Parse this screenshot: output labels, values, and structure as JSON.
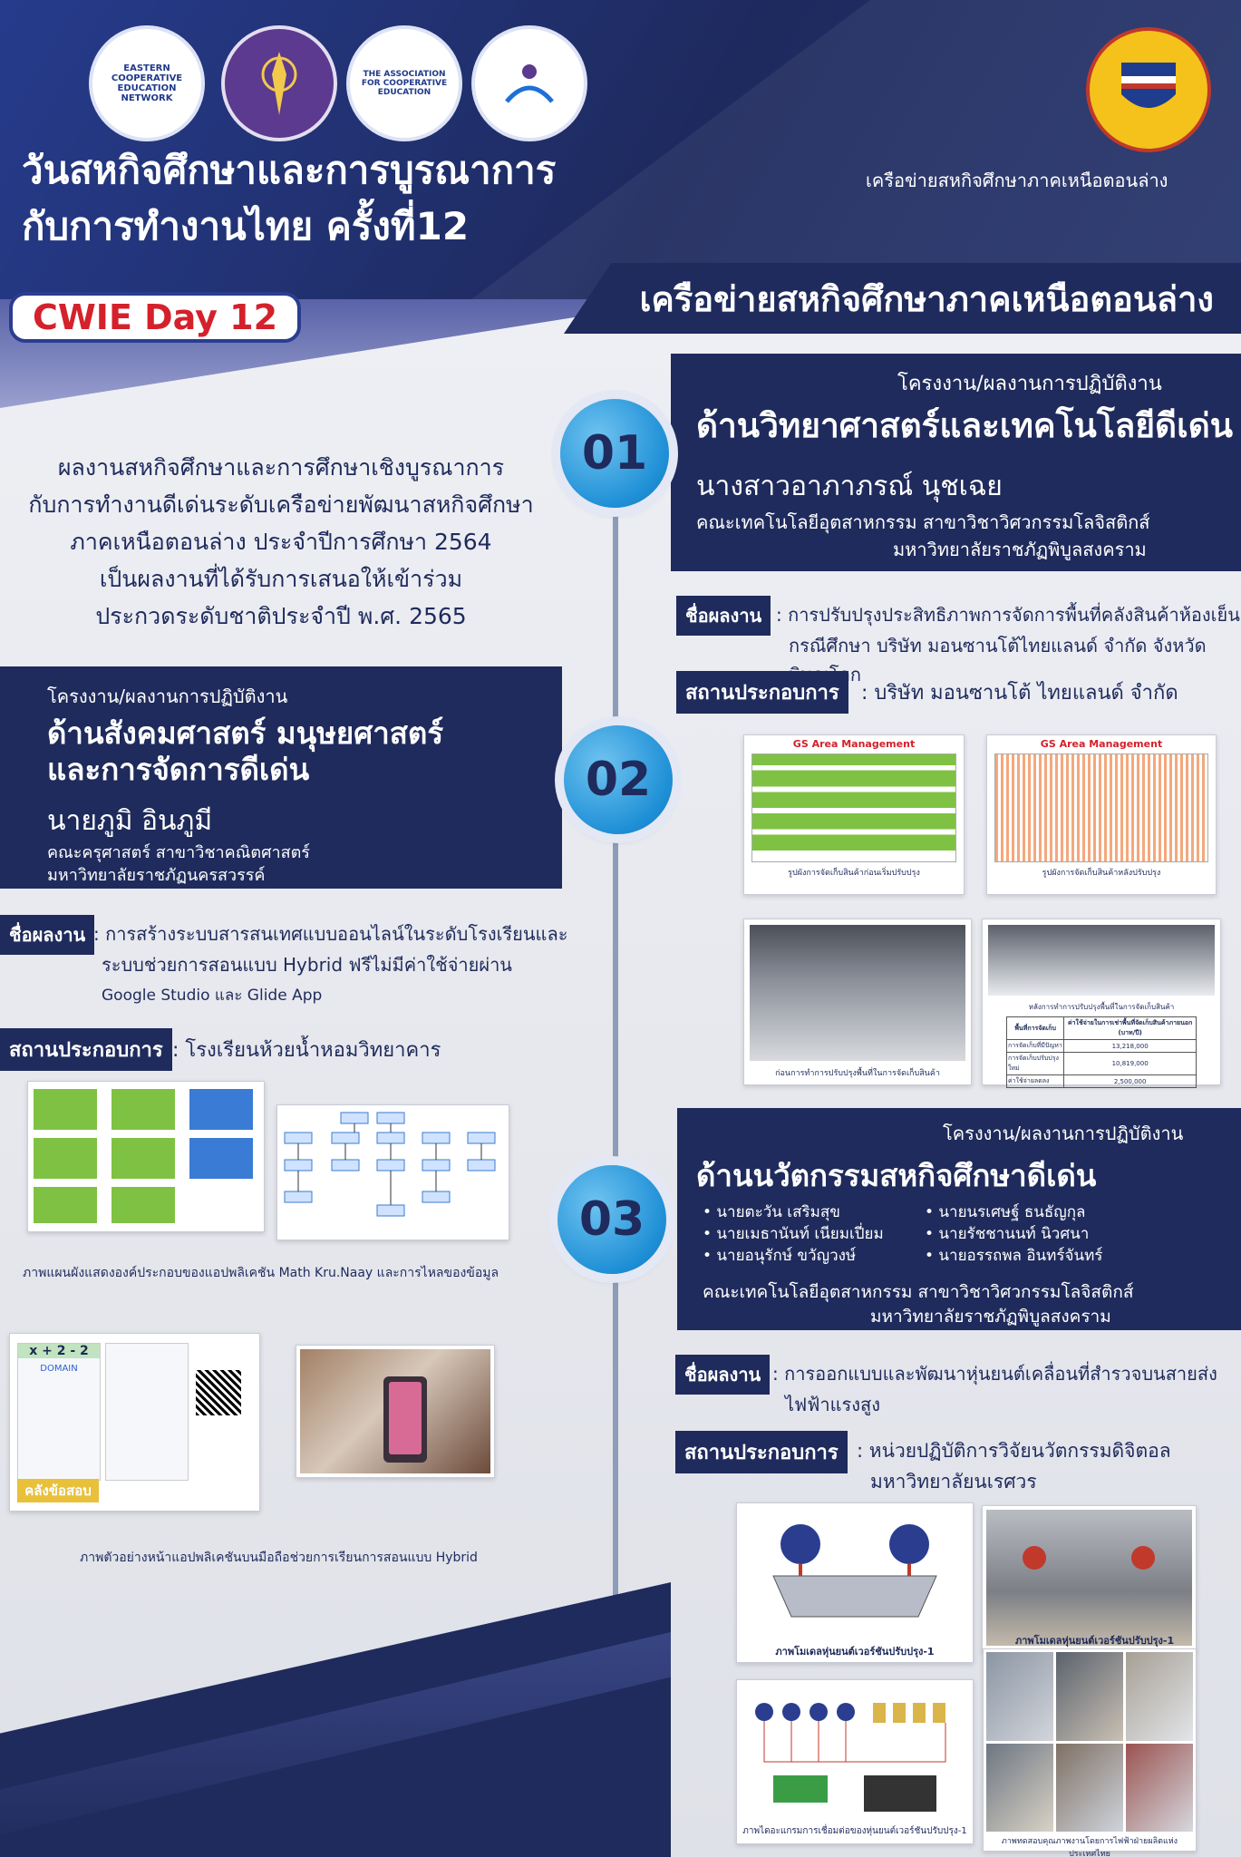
{
  "header": {
    "title_line1": "วันสหกิจศึกษาและการบูรณาการ",
    "title_line2": "กับการทำงานไทย ครั้งที่12",
    "badge": "CWIE Day 12",
    "network_small": "เครือข่ายสหกิจศึกษาภาคเหนือตอนล่าง",
    "network_banner": "เครือข่ายสหกิจศึกษาภาคเหนือตอนล่าง",
    "logos": [
      "EASTERN COOPERATIVE EDUCATION NETWORK",
      "",
      "THE ASSOCIATION FOR COOPERATIVE EDUCATION",
      "",
      ""
    ]
  },
  "intro": {
    "lines": [
      "ผลงานสหกิจศึกษาและการศึกษาเชิงบูรณาการ",
      "กับการทำงานดีเด่นระดับเครือข่ายพัฒนาสหกิจศึกษา",
      "ภาคเหนือตอนล่าง ประจำปีการศึกษา 2564",
      "เป็นผลงานที่ได้รับการเสนอให้เข้าร่วม",
      "ประกวดระดับชาติประจำปี พ.ศ. 2565"
    ]
  },
  "s1": {
    "num": "01",
    "kicker": "โครงงาน/ผลงานการปฏิบัติงาน",
    "field": "ด้านวิทยาศาสตร์และเทคโนโลยีดีเด่น",
    "name": "นางสาวอาภาภรณ์ นุชเฉย",
    "faculty": "คณะเทคโนโลยีอุตสาหกรรม สาขาวิชาวิศวกรรมโลจิสติกส์",
    "univ": "มหาวิทยาลัยราชภัฏพิบูลสงคราม",
    "work_label": "ชื่อผลงาน",
    "work_title": ": การปรับปรุงประสิทธิภาพการจัดการพื้นที่คลังสินค้าห้องเย็น",
    "work_title2": "กรณีศึกษา บริษัท มอนซานโต้ไทยแลนด์ จำกัด จังหวัดพิษณุโลก",
    "place_label": "สถานประกอบการ",
    "place": ": บริษัท มอนซานโต้ ไทยแลนด์ จำกัด",
    "img1_title": "GS Area Management",
    "img2_title": "GS Area Management",
    "cap1": "รูปผังการจัดเก็บสินค้าก่อนเริ่มปรับปรุง",
    "cap2": "รูปผังการจัดเก็บสินค้าหลังปรับปรุง",
    "cap3": "ก่อนการทำการปรับปรุงพื้นที่ในการจัดเก็บสินค้า",
    "cap4": "หลังการทำการปรับปรุงพื้นที่ในการจัดเก็บสินค้า",
    "table_head": [
      "พื้นที่การจัดเก็บ",
      "ค่าใช้จ่ายในการเช่าพื้นที่จัดเก็บสินค้าภายนอก (บาท/ปี)"
    ],
    "table_rows": [
      [
        "การจัดเก็บที่มีปัญหา",
        "13,218,000"
      ],
      [
        "การจัดเก็บปรับปรุงใหม่",
        "10,819,000"
      ],
      [
        "ค่าใช้จ่ายลดลง",
        "2,500,000"
      ]
    ]
  },
  "s2": {
    "num": "02",
    "kicker": "โครงงาน/ผลงานการปฏิบัติงาน",
    "field1": "ด้านสังคมศาสตร์ มนุษยศาสตร์",
    "field2": "และการจัดการดีเด่น",
    "name": "นายภูมิ อินภูมี",
    "faculty": "คณะครุศาสตร์  สาขาวิชาคณิตศาสตร์",
    "univ": "มหาวิทยาลัยราชภัฏนครสวรรค์",
    "work_label": "ชื่อผลงาน",
    "work_title": ": การสร้างระบบสารสนเทศแบบออนไลน์ในระดับโรงเรียนและ",
    "work_title2": "ระบบช่วยการสอนแบบ Hybrid ฟรีไม่มีค่าใช้จ่ายผ่าน",
    "work_title3": "Google Studio และ Glide App",
    "place_label": "สถานประกอบการ",
    "place": ": โรงเรียนห้วยน้ำหอมวิทยาคาร",
    "cap1": "ภาพแผนผังแสดงองค์ประกอบของแอปพลิเคชัน Math Kru.Naay และการไหลของข้อมูล",
    "cap2": "ภาพตัวอย่างหน้าแอปพลิเคชันบนมือถือช่วยการเรียนการสอนแบบ Hybrid",
    "app_formula": "x + 2 - 2",
    "app_domain": "DOMAIN",
    "app_banner": "คลังข้อสอบ"
  },
  "s3": {
    "num": "03",
    "kicker": "โครงงาน/ผลงานการปฏิบัติงาน",
    "field": "ด้านนวัตกรรมสหกิจศึกษาดีเด่น",
    "members_left": [
      "• นายตะวัน เสริมสุข",
      "• นายเมธานันท์ เนียมเปี่ยม",
      "• นายอนุรักษ์ ขวัญวงษ์"
    ],
    "members_right": [
      "• นายนรเศษฐ์ ธนธัญกุล",
      "• นายรัชชานนท์ นิวศนา",
      "• นายอรรถพล อินทร์จันทร์"
    ],
    "faculty": "คณะเทคโนโลยีอุตสาหกรรม สาขาวิชาวิศวกรรมโลจิสติกส์",
    "univ": "มหาวิทยาลัยราชภัฏพิบูลสงคราม",
    "work_label": "ชื่อผลงาน",
    "work_title": ": การออกแบบและพัฒนาหุ่นยนต์เคลื่อนที่สำรวจบนสายส่ง",
    "work_title2": "ไฟฟ้าแรงสูง",
    "place_label": "สถานประกอบการ",
    "place": ": หน่วยปฏิบัติการวิจัยนวัตกรรมดิจิตอล",
    "place2": "มหาวิทยาลัยนเรศวร",
    "cap1": "ภาพโมเดลหุ่นยนต์เวอร์ชันปรับปรุง-1",
    "cap2": "ภาพโมเดลหุ่นยนต์เวอร์ชันปรับปรุง-1",
    "cap3": "ภาพไดอะแกรมการเชื่อมต่อของหุ่นยนต์เวอร์ชันปรับปรุง-1",
    "cap4": "ภาพทดสอบคุณภาพงานโดยการไฟฟ้าฝ่ายผลิตแห่งประเทศไทย"
  },
  "colors": {
    "navy": "#1f2b5c",
    "accent_blue": "#1e8fd6",
    "badge_red": "#d4212b"
  }
}
